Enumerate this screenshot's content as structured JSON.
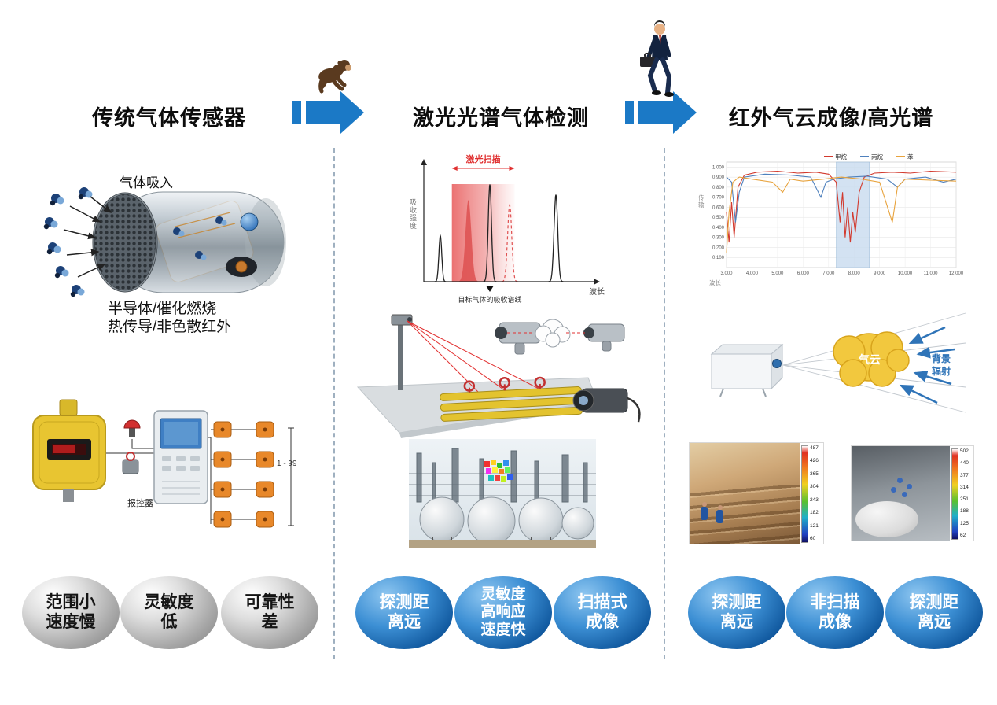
{
  "header": {
    "titles": [
      "传统气体传感器",
      "激光光谱气体检测",
      "红外气云成像/高光谱"
    ]
  },
  "icons": [
    "monkey-icon",
    "walking-businessman-icon",
    "evolution-arrow"
  ],
  "left": {
    "gas_intake_label": "气体吸入",
    "tech_lines": [
      "半导体/催化燃烧",
      "热传导/非色散红外"
    ],
    "diagram": {
      "controller_label": "报控器",
      "range_label": "1 - 99"
    },
    "badges": [
      {
        "lines": [
          "范围小",
          "速度慢"
        ]
      },
      {
        "lines": [
          "灵敏度",
          "低"
        ]
      },
      {
        "lines": [
          "可靠性",
          "差"
        ]
      }
    ]
  },
  "middle": {
    "badges": [
      {
        "lines": [
          "探测距",
          "离远"
        ]
      },
      {
        "lines": [
          "灵敏度",
          "高响应",
          "速度快"
        ]
      },
      {
        "lines": [
          "扫描式",
          "成像"
        ]
      }
    ]
  },
  "right": {
    "cloud_label": "气云",
    "background_radiation_lines": [
      "背景",
      "辐射"
    ],
    "thermal_left_scale": [
      "487",
      "426",
      "365",
      "304",
      "243",
      "182",
      "121",
      "60"
    ],
    "thermal_right_scale": [
      "502",
      "440",
      "377",
      "314",
      "251",
      "188",
      "125",
      "62"
    ],
    "badges": [
      {
        "lines": [
          "探测距",
          "离远"
        ]
      },
      {
        "lines": [
          "非扫描",
          "成像"
        ]
      },
      {
        "lines": [
          "探测距",
          "离远"
        ]
      }
    ]
  },
  "chart_data": [
    {
      "type": "line",
      "title": "激光扫描",
      "xlabel": "波长",
      "ylabel": "吸收强度",
      "annotation": "目标气体的吸收谱线",
      "peaks": [
        {
          "x": 0.1,
          "h": 0.45,
          "w": 0.035
        },
        {
          "x": 0.4,
          "h": 0.95,
          "w": 0.04
        },
        {
          "x": 0.8,
          "h": 0.85,
          "w": 0.045
        }
      ],
      "red_peak": {
        "x": 0.27,
        "h": 0.8,
        "w": 0.07
      },
      "dashed_peak": {
        "x": 0.52,
        "h": 0.75,
        "w": 0.05
      },
      "scan_band": [
        0.17,
        0.55
      ],
      "marker_x": 0.4
    },
    {
      "type": "line",
      "xlabel": "波长",
      "ylabel": "传输",
      "xlim": [
        3000,
        12000
      ],
      "ylim": [
        0,
        1.05
      ],
      "x_ticks": [
        "3,000",
        "4,000",
        "5,000",
        "6,000",
        "7,000",
        "8,000",
        "9,000",
        "10,000",
        "11,000",
        "12,000"
      ],
      "y_ticks": [
        "1.000",
        "0.900",
        "0.800",
        "0.700",
        "0.600",
        "0.500",
        "0.400",
        "0.300",
        "0.200",
        "0.100"
      ],
      "band": [
        7300,
        8600
      ],
      "legend_position": "top",
      "series": [
        {
          "name": "甲烷",
          "color": "#d23a2e",
          "points": [
            [
              3000,
              0.55
            ],
            [
              3100,
              0.25
            ],
            [
              3200,
              0.65
            ],
            [
              3300,
              0.3
            ],
            [
              3450,
              0.8
            ],
            [
              3700,
              0.92
            ],
            [
              4200,
              0.95
            ],
            [
              5000,
              0.96
            ],
            [
              5800,
              0.94
            ],
            [
              6500,
              0.95
            ],
            [
              7000,
              0.93
            ],
            [
              7300,
              0.85
            ],
            [
              7450,
              0.45
            ],
            [
              7550,
              0.75
            ],
            [
              7650,
              0.3
            ],
            [
              7750,
              0.6
            ],
            [
              7850,
              0.25
            ],
            [
              7950,
              0.55
            ],
            [
              8050,
              0.35
            ],
            [
              8200,
              0.75
            ],
            [
              8400,
              0.9
            ],
            [
              8800,
              0.94
            ],
            [
              9500,
              0.95
            ],
            [
              10200,
              0.94
            ],
            [
              11000,
              0.96
            ],
            [
              12000,
              0.95
            ]
          ]
        },
        {
          "name": "丙烷",
          "color": "#4f81bd",
          "points": [
            [
              3000,
              0.9
            ],
            [
              3200,
              0.85
            ],
            [
              3350,
              0.45
            ],
            [
              3500,
              0.75
            ],
            [
              3700,
              0.9
            ],
            [
              4500,
              0.93
            ],
            [
              5500,
              0.92
            ],
            [
              6300,
              0.9
            ],
            [
              6700,
              0.7
            ],
            [
              6900,
              0.85
            ],
            [
              7200,
              0.88
            ],
            [
              7800,
              0.9
            ],
            [
              8500,
              0.91
            ],
            [
              9300,
              0.88
            ],
            [
              9700,
              0.8
            ],
            [
              10000,
              0.88
            ],
            [
              10800,
              0.9
            ],
            [
              11500,
              0.85
            ],
            [
              12000,
              0.88
            ]
          ]
        },
        {
          "name": "苯",
          "color": "#e8a33d",
          "points": [
            [
              3000,
              0.15
            ],
            [
              3100,
              0.55
            ],
            [
              3250,
              0.85
            ],
            [
              3500,
              0.9
            ],
            [
              4000,
              0.88
            ],
            [
              4800,
              0.85
            ],
            [
              5200,
              0.75
            ],
            [
              5500,
              0.88
            ],
            [
              6000,
              0.86
            ],
            [
              6800,
              0.88
            ],
            [
              7500,
              0.9
            ],
            [
              8300,
              0.88
            ],
            [
              9000,
              0.85
            ],
            [
              9500,
              0.45
            ],
            [
              9700,
              0.8
            ],
            [
              10000,
              0.88
            ],
            [
              11000,
              0.87
            ],
            [
              12000,
              0.86
            ]
          ]
        }
      ]
    }
  ]
}
